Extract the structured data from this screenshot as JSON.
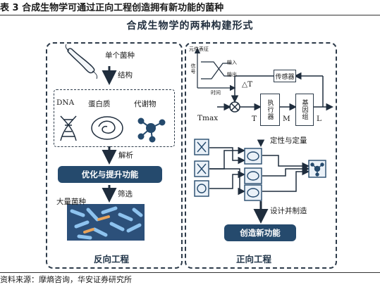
{
  "caption": "表 3 合成生物学可通过正向工程创造拥有新功能的菌种",
  "main_title": "合成生物学的两种构建形式",
  "left": {
    "label_single": "单个菌种",
    "label_structure": "结构",
    "item_dna": "DNA",
    "item_protein": "蛋白质",
    "item_metabolite": "代谢物",
    "label_parse": "解析",
    "optimize_button": "优化与提升功能",
    "label_screen": "筛选",
    "label_many": "大量菌种",
    "panel_title": "反向工程"
  },
  "right": {
    "graph_ylabel": "元件表征",
    "graph_side": "信号",
    "graph_input": "输入",
    "graph_output": "输出",
    "graph_xlabel": "时间",
    "sensor": "传感器",
    "delta_t": "△T",
    "tmax": "Tmax",
    "t": "T",
    "actuator": "执行器",
    "m": "M",
    "genome": "基因组",
    "l": "L",
    "label_qual": "定性与定量",
    "label_design": "设计并制造",
    "create_button": "创造新功能",
    "panel_title": "正向工程"
  },
  "source": "资料来源：摩熵咨询，华安证券研究所",
  "colors": {
    "accent": "#254a6d",
    "dark": "#1f2d3d"
  }
}
